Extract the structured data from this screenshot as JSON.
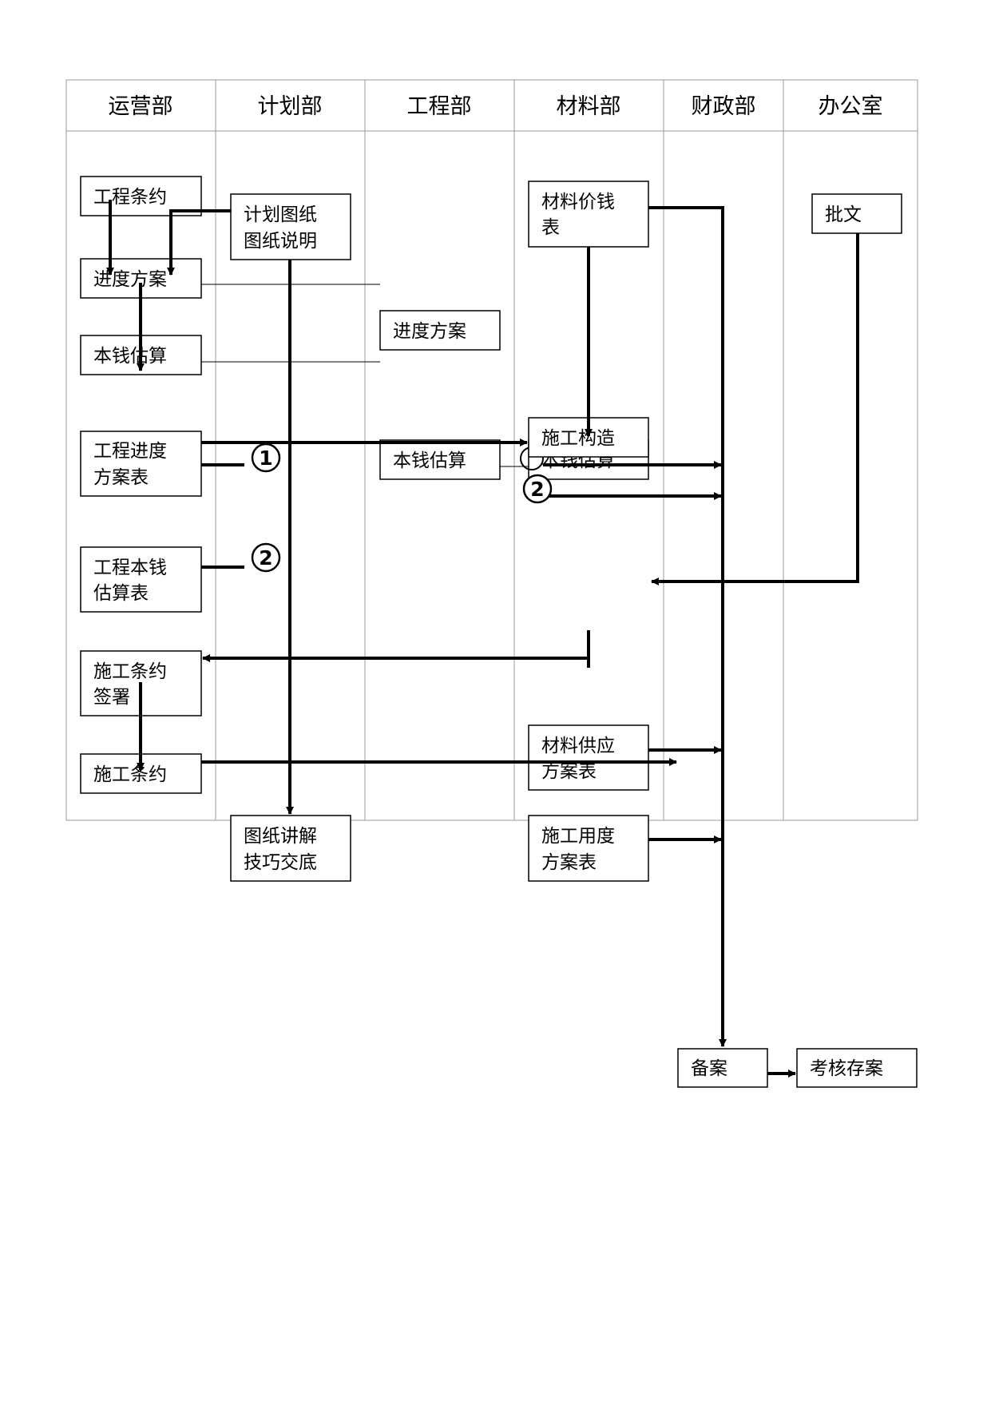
{
  "headers": {
    "operations": "运营部",
    "planning": "计划部",
    "engineering": "工程部",
    "materials": "材料部",
    "finance": "财政部",
    "office": "办公室"
  },
  "boxes": {
    "contract": "工程条约",
    "schedule_plan_ops": "进度方案",
    "cost_estimate_ops": "本钱估算",
    "progress_table_l1": "工程进度",
    "progress_table_l2": "方案表",
    "cost_table_l1": "工程本钱",
    "cost_table_l2": "估算表",
    "sign_l1": "施工条约",
    "sign_l2": "签署",
    "construction_contract": "施工条约",
    "plan_drawings_l1": "计划图纸",
    "plan_drawings_l2": "图纸说明",
    "drawing_brief_l1": "图纸讲解",
    "drawing_brief_l2": "技巧交底",
    "schedule_plan_eng": "进度方案",
    "cost_estimate_eng": "本钱估算",
    "price_table_l1": "材料价钱",
    "price_table_l2": "表",
    "structure": "施工构造",
    "cost_estimate_mat": "本钱估算",
    "supply_plan_l1": "材料供应",
    "supply_plan_l2": "方案表",
    "usage_plan_l1": "施工用度",
    "usage_plan_l2": "方案表",
    "approval": "批文",
    "filing": "备案",
    "archive": "考核存案"
  },
  "markers": {
    "one": "1",
    "two": "2"
  }
}
